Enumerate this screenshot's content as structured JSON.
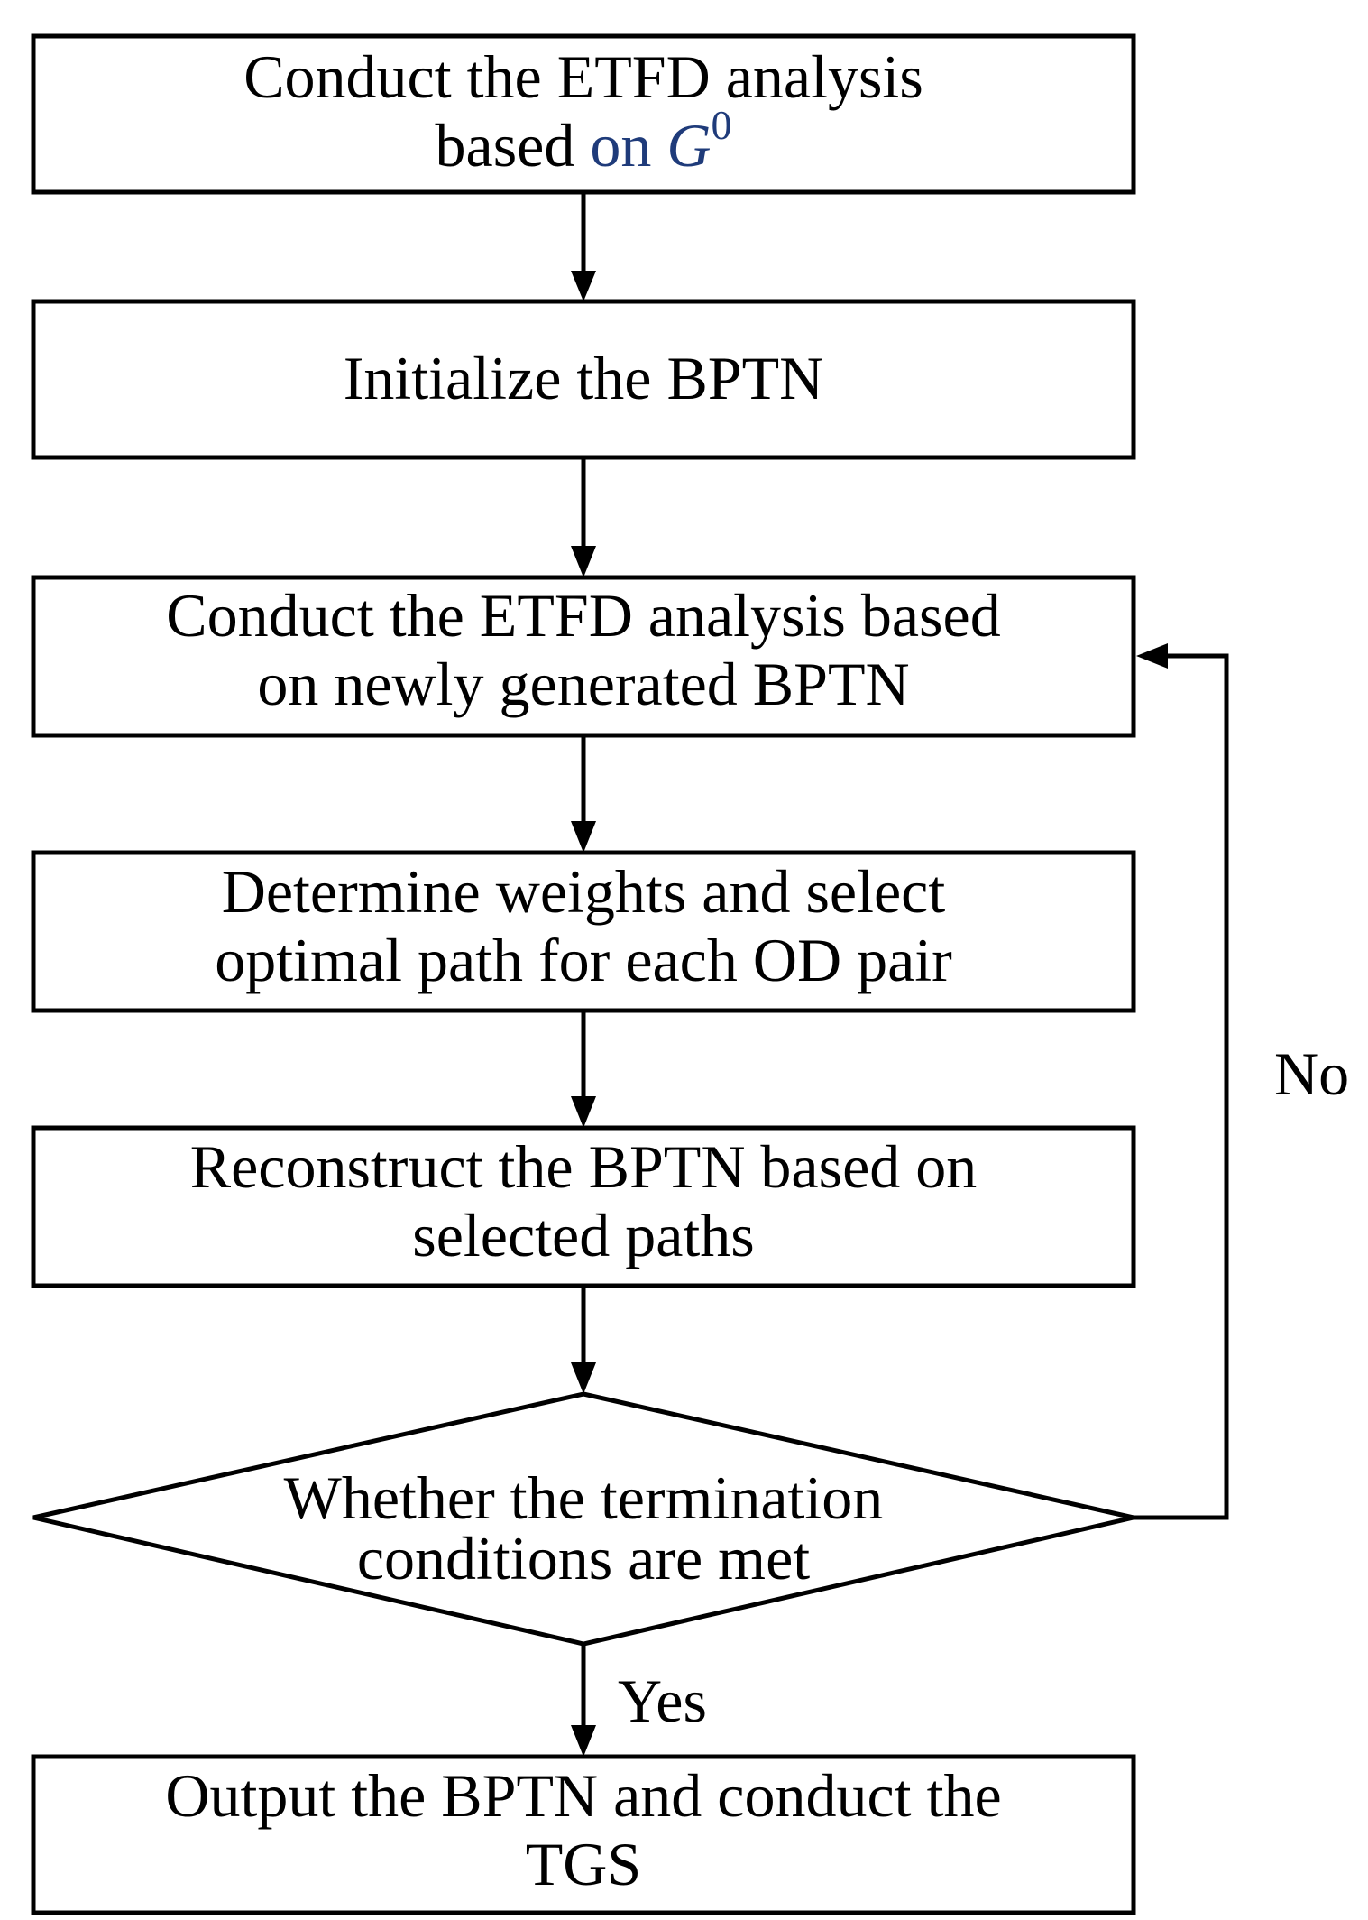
{
  "flowchart": {
    "steps": [
      {
        "id": "etfd-initial",
        "lines": [
          "Conduct the ETFD analysis",
          "based "
        ],
        "math_prefix": "on ",
        "math_symbol": "G",
        "math_superscript": "0"
      },
      {
        "id": "initialize-bptn",
        "lines": [
          "Initialize the BPTN"
        ]
      },
      {
        "id": "etfd-new",
        "lines": [
          "Conduct the ETFD analysis based",
          "on newly generated BPTN"
        ]
      },
      {
        "id": "determine-weights",
        "lines": [
          "Determine weights and select",
          "optimal path for each OD pair"
        ]
      },
      {
        "id": "reconstruct-bptn",
        "lines": [
          "Reconstruct the BPTN based on",
          "selected paths"
        ]
      },
      {
        "id": "termination-check",
        "lines": [
          "Whether the termination",
          "conditions are met"
        ]
      },
      {
        "id": "output",
        "lines": [
          "Output the BPTN and conduct the",
          "TGS"
        ]
      }
    ],
    "edges": {
      "no_label": "No",
      "yes_label": "Yes"
    },
    "colors": {
      "stroke": "#000000",
      "text": "#000000",
      "math_accent": "#1f3b7a",
      "background": "#ffffff"
    }
  }
}
